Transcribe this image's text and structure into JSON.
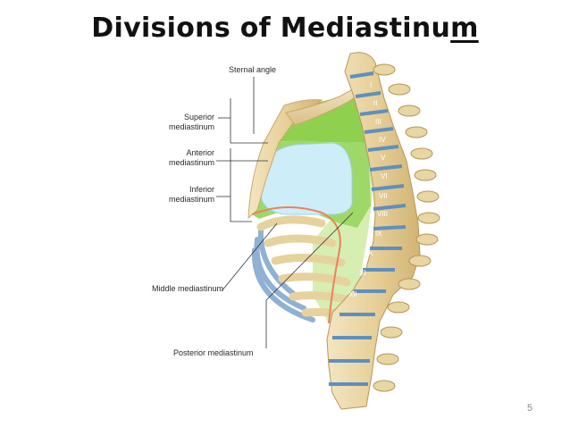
{
  "title_main": "Divisions of Mediastinu",
  "title_underlined": "m",
  "labels": {
    "sternal_angle": "Sternal angle",
    "superior_line1": "Superior",
    "superior_line2": "mediastinum",
    "anterior_line1": "Anterior",
    "anterior_line2": "mediastinum",
    "inferior_line1": "Inferior",
    "inferior_line2": "mediastinum",
    "middle": "Middle mediastinum",
    "posterior": "Posterior mediastinum"
  },
  "vertebra_labels": [
    "I",
    "II",
    "III",
    "IV",
    "V",
    "VI",
    "VII",
    "VIII",
    "IX",
    "X",
    "XI",
    "XII"
  ],
  "page_number": "5",
  "colors": {
    "superior_region": "#8fd14f",
    "posterior_region": "#d6eeb2",
    "middle_region": "#cdeef8",
    "bone": "#e9d7a6",
    "rib_back": "#8fb1d3",
    "outline": "#e8845a"
  }
}
